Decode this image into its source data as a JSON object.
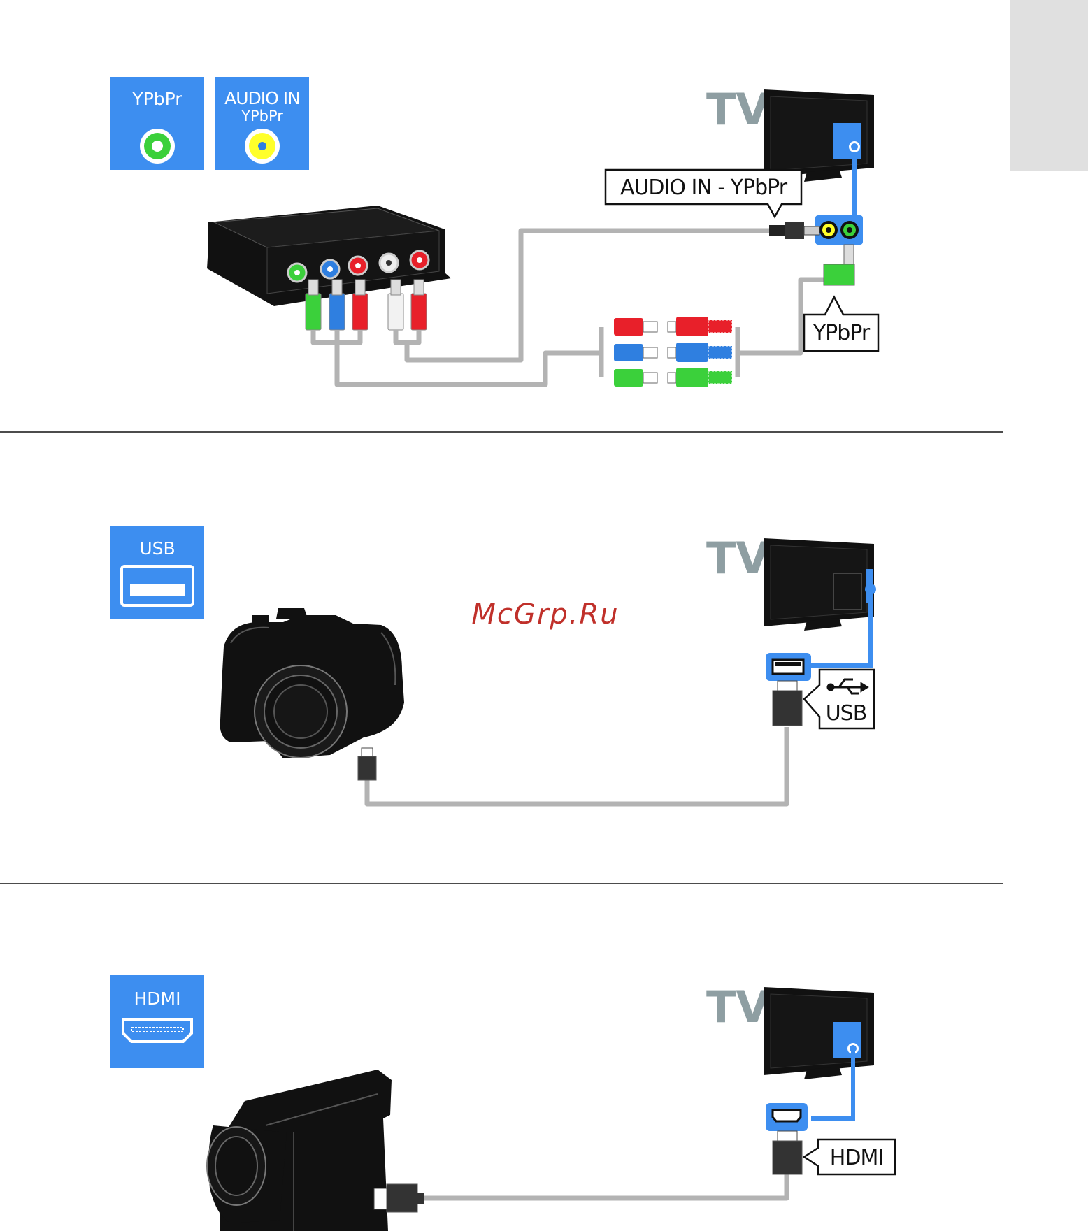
{
  "colors": {
    "port_blue": "#3d8ef0",
    "tv_gray": "#8e9ea2",
    "cable_gray": "#b3b3b3",
    "black": "#111111",
    "green": "#3bd03b",
    "red": "#e8202a",
    "blue": "#2f7fe0",
    "yellow": "#ffff2a",
    "side_tab": "#e0e0e0",
    "watermark": "#c0302a"
  },
  "section_ypbpr": {
    "badge_video": {
      "text": "YPbPr",
      "icon": "green-rca-jack-icon"
    },
    "badge_audio": {
      "line1": "AUDIO IN",
      "line2": "YPbPr",
      "icon": "yellow-rca-jack-icon"
    },
    "tv_label": "TV",
    "callout_audio": "AUDIO IN - YPbPr",
    "callout_video": "YPbPr"
  },
  "section_usb": {
    "badge": {
      "text": "USB",
      "icon": "usb-port-icon"
    },
    "tv_label": "TV",
    "callout": "USB",
    "callout_icon": "usb-trident-icon"
  },
  "section_hdmi": {
    "badge": {
      "text": "HDMI",
      "icon": "hdmi-port-icon"
    },
    "tv_label": "TV",
    "callout": "HDMI"
  },
  "watermark": "McGrp.Ru"
}
